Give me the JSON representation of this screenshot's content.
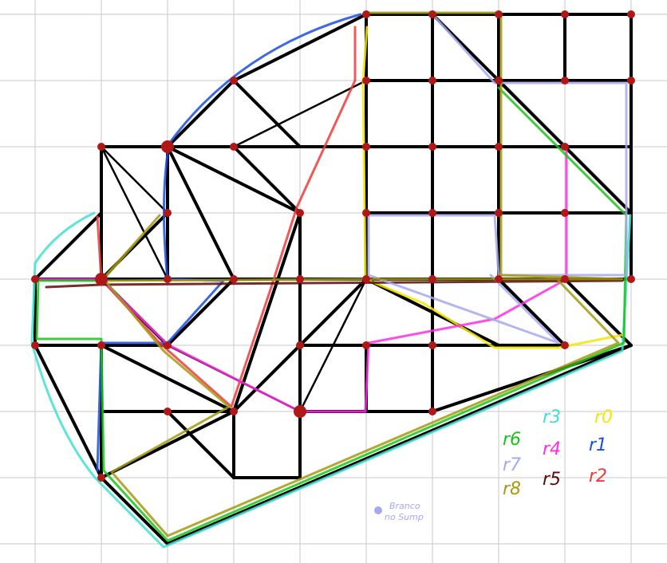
{
  "routes": [
    {
      "label": "r0",
      "color": "#f2e800"
    },
    {
      "label": "r1",
      "color": "#1b4fe0"
    },
    {
      "label": "r2",
      "color": "#ef3b3b"
    },
    {
      "label": "r3",
      "color": "#3fe0d2"
    },
    {
      "label": "r4",
      "color": "#ff2de3"
    },
    {
      "label": "r5",
      "color": "#5a0a0a"
    },
    {
      "label": "r6",
      "color": "#18c41a"
    },
    {
      "label": "r7",
      "color": "#a6a9ef"
    },
    {
      "label": "r8",
      "color": "#a59a12"
    }
  ],
  "note": {
    "line1": "Branco",
    "line2": "no Sump",
    "color": "#a6a9ef"
  },
  "colors": {
    "grid": "#c9c9c9",
    "edge": "#000000",
    "node": "#b01818"
  }
}
